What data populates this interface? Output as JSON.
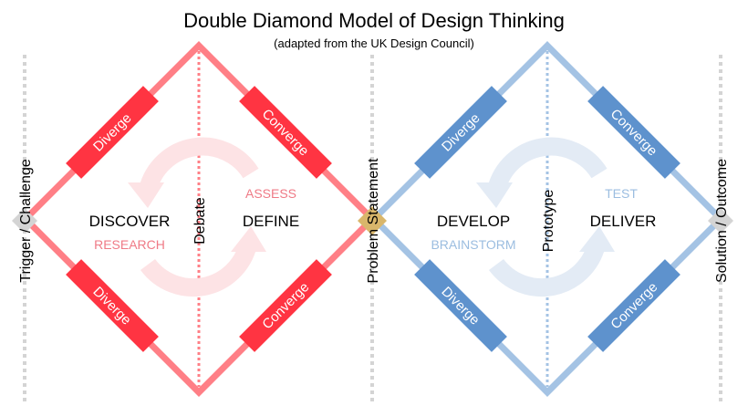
{
  "title": "Double Diamond Model of Design Thinking",
  "subtitle": "(adapted from the UK Design Council)",
  "colors": {
    "red_line": "#ff7f86",
    "red_band": "#ff3442",
    "blue_line": "#a4c3e4",
    "blue_band": "#5e92cd",
    "red_text": "#ef7a86",
    "blue_text": "#9bbde0",
    "gray_marker": "#d4d4d4",
    "gold_marker": "#d9b66b"
  },
  "milestones": {
    "start": "Trigger / Challenge",
    "red_middle": "Debate",
    "middle": "Problem Statement",
    "blue_middle": "Prototype",
    "end": "Solution / Outcome"
  },
  "diamond_1": {
    "phases": [
      "DISCOVER",
      "DEFINE"
    ],
    "activities": [
      "RESEARCH",
      "ASSESS"
    ],
    "edges": {
      "top_left": "Diverge",
      "top_right": "Converge",
      "bottom_left": "Diverge",
      "bottom_right": "Converge"
    }
  },
  "diamond_2": {
    "phases": [
      "DEVELOP",
      "DELIVER"
    ],
    "activities": [
      "BRAINSTORM",
      "TEST"
    ],
    "edges": {
      "top_left": "Diverge",
      "top_right": "Converge",
      "bottom_left": "Diverge",
      "bottom_right": "Converge"
    }
  }
}
